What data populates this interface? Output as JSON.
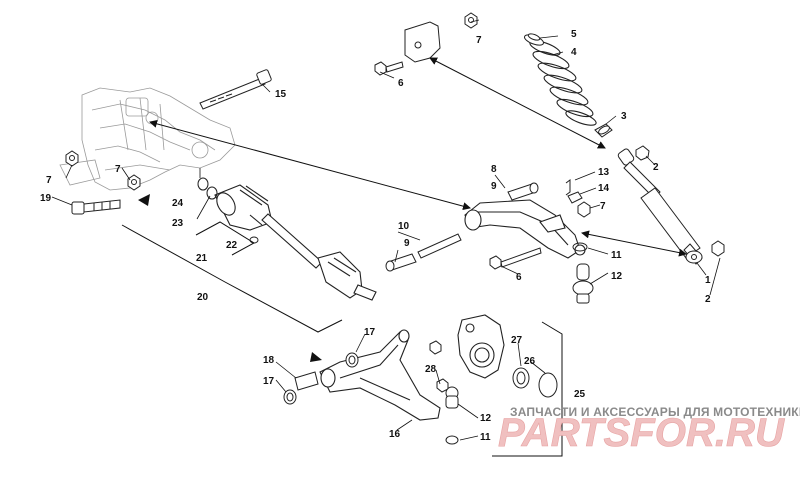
{
  "watermark": {
    "tagline": "ЗАПЧАСТИ И АКСЕССУАРЫ ДЛЯ МОТОТЕХНИКИ",
    "logo_text": "PARTSFOR.RU"
  },
  "callouts": {
    "c1": "1",
    "c2a": "2",
    "c2b": "2",
    "c3": "3",
    "c4": "4",
    "c5": "5",
    "c6a": "6",
    "c6b": "6",
    "c7a": "7",
    "c7b": "7",
    "c7c": "7",
    "c7d": "7",
    "c8": "8",
    "c9a": "9",
    "c9b": "9",
    "c10": "10",
    "c11a": "11",
    "c11b": "11",
    "c12a": "12",
    "c12b": "12",
    "c13": "13",
    "c14": "14",
    "c15": "15",
    "c16": "16",
    "c17a": "17",
    "c17b": "17",
    "c18": "18",
    "c19": "19",
    "c20": "20",
    "c21": "21",
    "c22": "22",
    "c23": "23",
    "c24": "24",
    "c25": "25",
    "c26": "26",
    "c27": "27",
    "c28": "28"
  }
}
